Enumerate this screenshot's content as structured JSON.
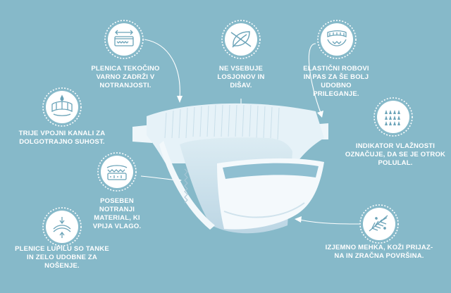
{
  "background_color": "#86b9c9",
  "badge_color": "#ffffff",
  "features": [
    {
      "id": "leak",
      "icon": "absorbent-layer-icon",
      "text": "PLENICA TEKOČINO\nVARNO ZADRŽI V\nNOTRANJOSTI."
    },
    {
      "id": "nolotion",
      "icon": "leaf-icon",
      "text": "NE VSEBUJE\nLOSJONOV IN\nDIŠAV."
    },
    {
      "id": "elastic",
      "icon": "elastic-band-icon",
      "text": "ELASTIČNI ROBOVI\nIN PAS ZA ŠE BOLJ\nUDOBNO\nPRILEGANJE."
    },
    {
      "id": "channels",
      "icon": "absorbent-channels-icon",
      "text": "TRIJE VPOJNI KANALI ZA\nDOLGOTRAJNO SUHOST."
    },
    {
      "id": "wetness",
      "icon": "wetness-indicator-icon",
      "text": "INDIKATOR VLAŽNOSTI\nOZNAČUJE, DA SE JE OTROK\nPOLULAL."
    },
    {
      "id": "material",
      "icon": "absorbent-material-icon",
      "text": "POSEBEN\nNOTRANJI\nMATERIAL, KI\nVPIJA VLAGO."
    },
    {
      "id": "thin",
      "icon": "thin-layer-icon",
      "text": "PLENICE LUPILU SO TANKE\nIN ZELO UDOBNE ZA\nNOŠENJE."
    },
    {
      "id": "soft",
      "icon": "soft-fibers-icon",
      "text": "IZJEMNO MEHKA, KOŽI PRIJAZ-\nNA IN ZRAČNA POVRŠINA."
    }
  ]
}
